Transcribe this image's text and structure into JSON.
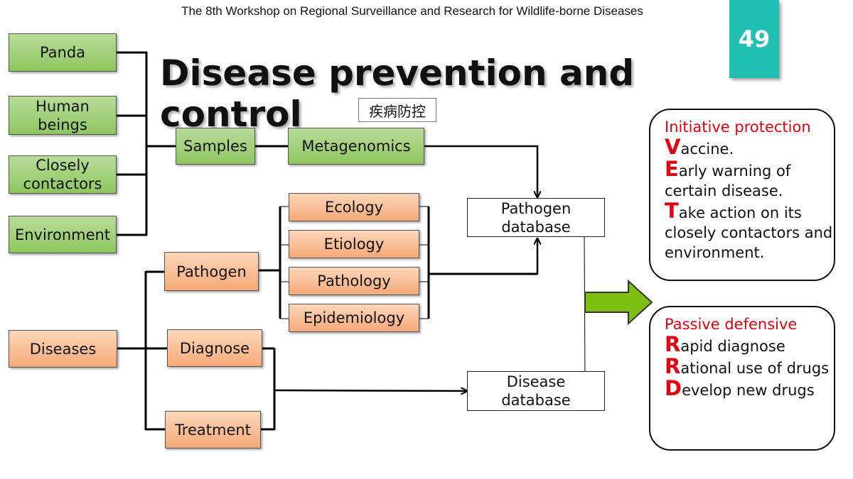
{
  "header": "The 8th Workshop on Regional Surveillance and Research for Wildlife-borne Diseases",
  "page_number": "49",
  "title": "Disease prevention and control",
  "subtitle": "疾病防控",
  "sources": [
    "Panda",
    "Human beings",
    "Closely contactors",
    "Environment"
  ],
  "samples": "Samples",
  "metagenomics": "Metagenomics",
  "diseases": "Diseases",
  "branches": [
    "Pathogen",
    "Diagnose",
    "Treatment"
  ],
  "studies": [
    "Ecology",
    "Etiology",
    "Pathology",
    "Epidemiology"
  ],
  "pathogen_database": "Pathogen database",
  "disease_database": "Disease database",
  "initiative": {
    "heading": "Initiative protection",
    "items": [
      {
        "letter": "V",
        "rest": "accine."
      },
      {
        "letter": "E",
        "rest": "arly warning of certain disease."
      },
      {
        "letter": "T",
        "rest": "ake action on its closely contactors and environment."
      }
    ]
  },
  "passive": {
    "heading": "Passive defensive",
    "items": [
      {
        "letter": "R",
        "rest": "apid diagnose"
      },
      {
        "letter": "R",
        "rest": "ational use of drugs"
      },
      {
        "letter": "D",
        "rest": "evelop new drugs"
      }
    ]
  },
  "colors": {
    "green_box": "#9ccf72",
    "orange_box": "#f8b88b",
    "accent_red": "#e0000f",
    "page_badge": "#1fbfb1",
    "arrow_green": "#7fbf14"
  }
}
